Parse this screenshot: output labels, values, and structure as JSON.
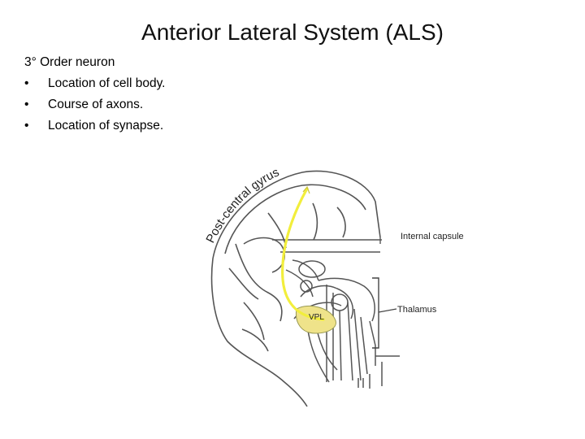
{
  "title": "Anterior Lateral System (ALS)",
  "content": {
    "heading": "3° Order neuron",
    "bullets": [
      "Location of cell body.",
      "Course of axons.",
      "Location of synapse."
    ],
    "bullet_glyph": "•"
  },
  "diagram": {
    "gyrus_label": "Post-central gyrus",
    "internal_capsule_label": "Internal capsule",
    "thalamus_label": "Thalamus",
    "vpl_label": "VPL",
    "colors": {
      "pathway": "#f2ee3c",
      "vpl_highlight": "#efe38a",
      "outline": "#555555"
    }
  }
}
